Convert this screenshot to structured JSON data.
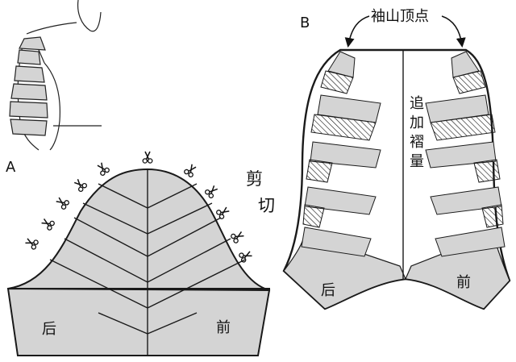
{
  "panels": {
    "a_label": "A",
    "b_label": "B"
  },
  "panel_a": {
    "cut_label_1": "剪",
    "cut_label_2": "切",
    "back_label": "后",
    "front_label": "前"
  },
  "panel_b": {
    "top_label": "袖山顶点",
    "center_label_1": "追",
    "center_label_2": "加",
    "center_label_3": "褶",
    "center_label_4": "量",
    "back_label": "后",
    "front_label": "前"
  },
  "icons": {
    "scissors": "scissors-icon"
  },
  "colors": {
    "fill": "#d4d4d4",
    "stroke": "#1a1a1a"
  }
}
